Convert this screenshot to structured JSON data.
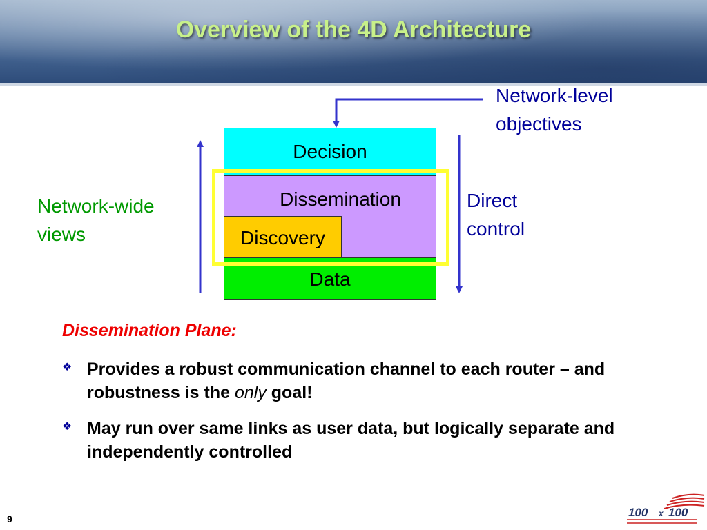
{
  "slide": {
    "title": "Overview of the 4D Architecture",
    "page_number": "9"
  },
  "diagram": {
    "layers": {
      "decision": "Decision",
      "dissemination": "Dissemination",
      "discovery": "Discovery",
      "data": "Data"
    },
    "labels": {
      "network_level_1": "Network-level",
      "network_level_2": "objectives",
      "network_wide_1": "Network-wide",
      "network_wide_2": "views",
      "direct_1": "Direct",
      "direct_2": "control"
    }
  },
  "content": {
    "heading": "Dissemination Plane:",
    "bullet1_part1": "Provides a robust communication channel to each router – and robustness is the ",
    "bullet1_italic": "only",
    "bullet1_part2": " goal!",
    "bullet2": "May run over same links as user data, but logically separate and independently controlled"
  },
  "logo": {
    "left": "100",
    "mid": "x",
    "right": "100"
  },
  "colors": {
    "title": "#c8f08a",
    "decision": "#00ffff",
    "dissemination": "#cc99ff",
    "discovery": "#ffcc00",
    "data": "#00ee00",
    "highlight": "#ffff33",
    "arrow": "#3333cc",
    "heading": "#ee0000",
    "network_wide_text": "#009900",
    "logo_red": "#cc2222"
  }
}
